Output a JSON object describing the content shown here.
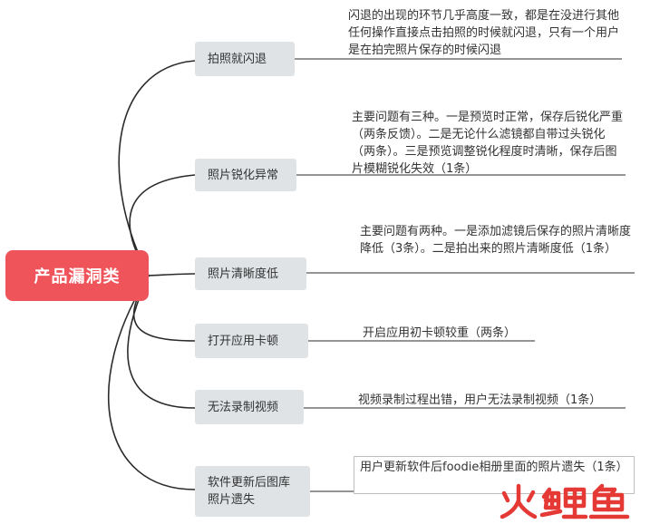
{
  "root": {
    "label": "产品漏洞类",
    "color": "#f0545b"
  },
  "branches": [
    {
      "label": "拍照就闪退",
      "note": "闪退的出现的环节几乎高度一致，都是在没进行其他任何操作直接点击拍照的时候就闪退，只有一个用户是在拍完照片保存的时候闪退"
    },
    {
      "label": "照片锐化异常",
      "note": "主要问题有三种。一是预览时正常，保存后锐化严重（两条反馈）。二是无论什么滤镜都自带过头锐化（两条）。三是预览调整锐化程度时清晰，保存后图片模糊锐化失效（1条）"
    },
    {
      "label": "照片清晰度低",
      "note": "主要问题有两种。一是添加滤镜后保存的照片清晰度降低（3条）。二是拍出来的照片清晰度低（1条）"
    },
    {
      "label": "打开应用卡顿",
      "note": "开启应用初卡顿较重（两条）"
    },
    {
      "label": "无法录制视频",
      "note": "视频录制过程出错，用户无法录制视频（1条）"
    },
    {
      "label": "软件更新后图库照片遗失",
      "note": "用户更新软件后foodie相册里面的照片遗失（1条）"
    }
  ],
  "colors": {
    "node_bg": "#dfe3e6",
    "line": "#2b2b2b",
    "watermark_red": "#e53935"
  },
  "watermark": "火鲤鱼"
}
